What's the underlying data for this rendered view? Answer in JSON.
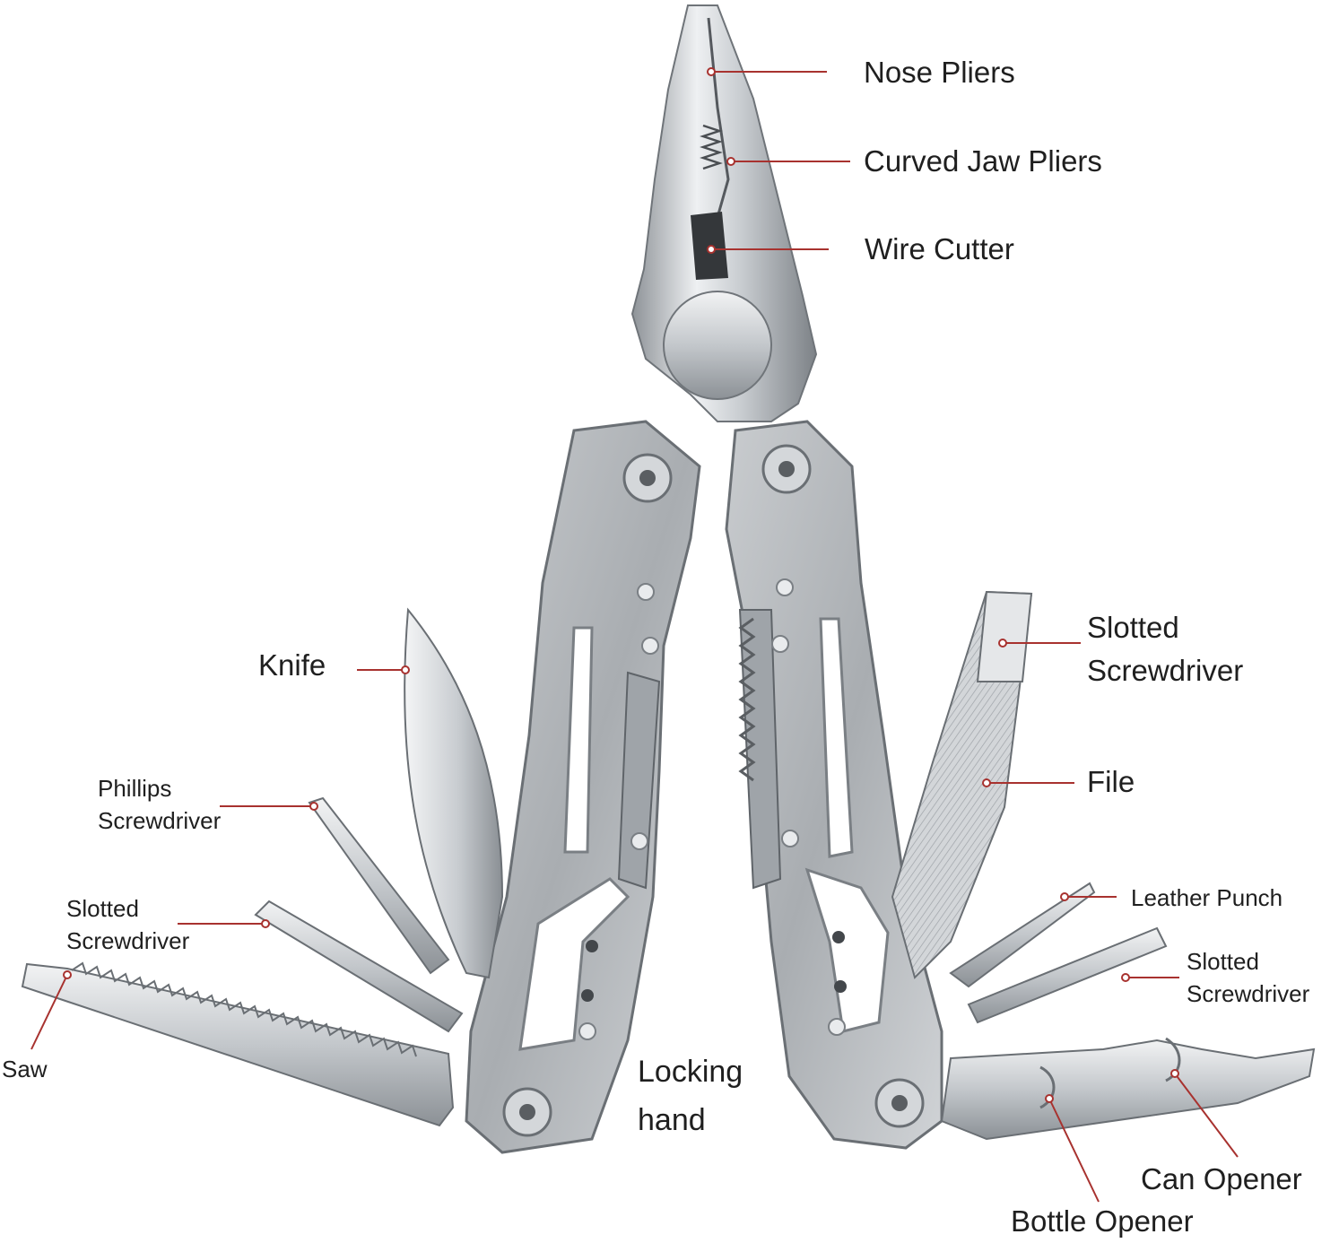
{
  "labels": {
    "nose_pliers": "Nose Pliers",
    "curved_jaw_pliers": "Curved Jaw Pliers",
    "wire_cutter": "Wire Cutter",
    "knife": "Knife",
    "slotted_screwdriver_right_1": "Slotted",
    "slotted_screwdriver_right_2": "Screwdriver",
    "file": "File",
    "phillips_screwdriver_1": "Phillips",
    "phillips_screwdriver_2": "Screwdriver",
    "slotted_screwdriver_left_1": "Slotted",
    "slotted_screwdriver_left_2": "Screwdriver",
    "leather_punch": "Leather Punch",
    "slotted_screwdriver_small_1": "Slotted",
    "slotted_screwdriver_small_2": "Screwdriver",
    "saw": "Saw",
    "locking_hand_1": "Locking",
    "locking_hand_2": "hand",
    "can_opener": "Can Opener",
    "bottle_opener": "Bottle Opener"
  },
  "colors": {
    "leader_line": "#a8322f",
    "text": "#1f1f1f",
    "steel_light": "#e4e6e8",
    "steel_mid": "#b7bbbf",
    "steel_dark": "#777c81",
    "shadow": "#2b2d30"
  }
}
